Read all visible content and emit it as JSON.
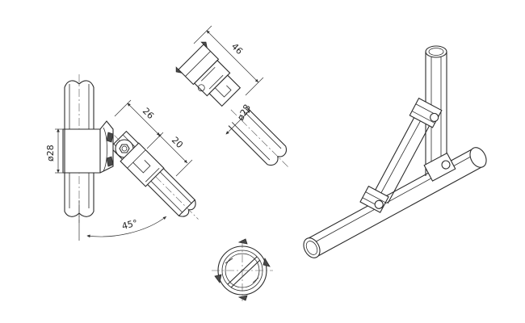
{
  "views": {
    "side_view": {
      "dim_diameter": "ø28",
      "dim_length_1": "26",
      "dim_length_2": "20",
      "dim_angle": "45°"
    },
    "top_view": {
      "dim_length": "46",
      "dim_diameter": "ø28"
    },
    "end_view": {},
    "assembly_view": {}
  },
  "colors": {
    "line": "#2b2b2b",
    "background": "#ffffff",
    "shade": "#e9e9e9"
  }
}
